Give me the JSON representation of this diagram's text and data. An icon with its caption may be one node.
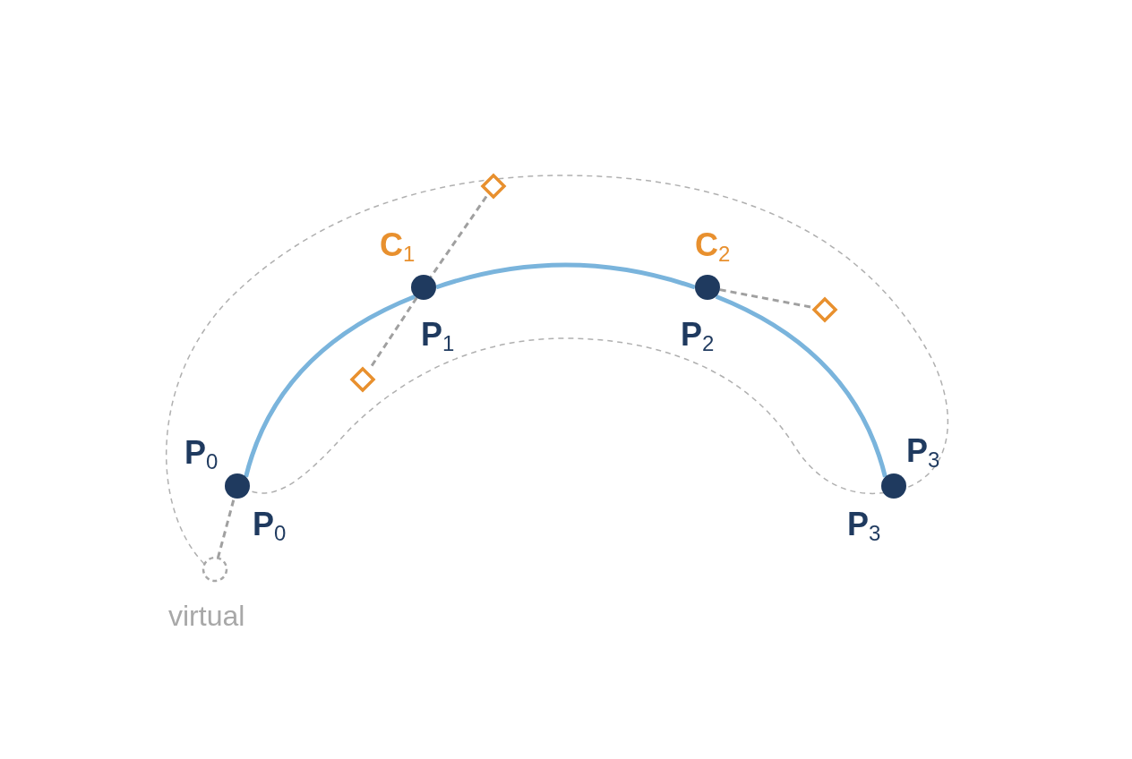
{
  "diagram": {
    "nodes": [
      {
        "text": [],
        "shape": "circle",
        "beside": [
          "P$_{0}$",
          "P$_{0}$"
        ]
      },
      {
        "text": [],
        "shape": "circle",
        "beside": [
          "C$_{1}$",
          "P$_{1}$"
        ]
      },
      {
        "text": [],
        "shape": "circle",
        "beside": [
          "C$_{2}$",
          "P$_{2}$"
        ]
      },
      {
        "text": [],
        "shape": "circle",
        "beside": [
          "P$_{3}$",
          "P$_{3}$"
        ]
      },
      {
        "text": [],
        "shape": "diamond"
      },
      {
        "text": [],
        "shape": "diamond"
      },
      {
        "text": [],
        "shape": "diamond"
      },
      {
        "text": [],
        "shape": "circle",
        "beside": [
          "virtual"
        ]
      }
    ],
    "edges": [
      {
        "from": 0,
        "to": 1,
        "arrow": "none",
        "color": "#7ab4dc"
      },
      {
        "from": 1,
        "to": 2,
        "arrow": "none",
        "color": "#7ab4dc"
      },
      {
        "from": 2,
        "to": 3,
        "arrow": "none",
        "color": "#7ab4dc"
      },
      {
        "from": 7,
        "to": 0,
        "arrow": "none",
        "style": "dashed",
        "color": "#a0a0a0"
      },
      {
        "from": 4,
        "to": 1,
        "arrow": "none",
        "style": "dashed",
        "color": "#a0a0a0"
      },
      {
        "from": 1,
        "to": 5,
        "arrow": "none",
        "style": "dashed",
        "color": "#a0a0a0"
      },
      {
        "from": 2,
        "to": 6,
        "arrow": "none",
        "style": "dashed",
        "color": "#a0a0a0"
      }
    ]
  }
}
